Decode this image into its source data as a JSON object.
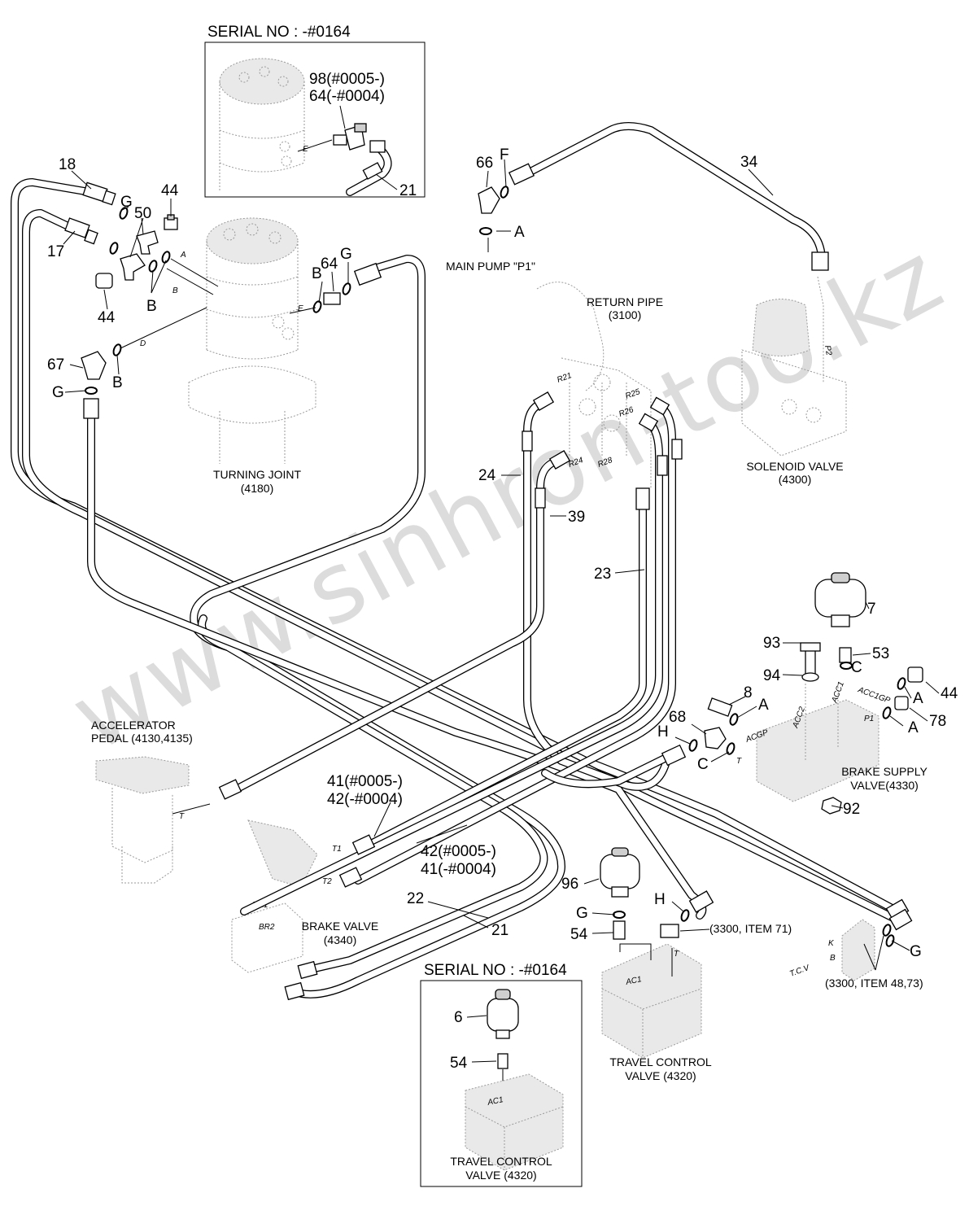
{
  "watermark": "www.sinhron-too.kz",
  "inset_top": {
    "header": "SERIAL NO : -#0164",
    "labels": [
      "98(#0005-)",
      "64(-#0004)",
      "21",
      "E"
    ]
  },
  "inset_bottom": {
    "header": "SERIAL NO : -#0164",
    "labels": [
      "6",
      "54"
    ],
    "component": [
      "TRAVEL CONTROL",
      "VALVE (4320)"
    ],
    "port": "AC1"
  },
  "components": {
    "turning_joint": [
      "TURNING JOINT",
      "(4180)"
    ],
    "return_pipe": [
      "RETURN PIPE",
      "(3100)"
    ],
    "main_pump": "MAIN PUMP \"P1\"",
    "solenoid_valve": [
      "SOLENOID VALVE",
      "(4300)"
    ],
    "accelerator_pedal": [
      "ACCELERATOR",
      "PEDAL (4130,4135)"
    ],
    "brake_valve": [
      "BRAKE VALVE",
      "(4340)"
    ],
    "brake_supply_valve": [
      "BRAKE SUPPLY",
      "VALVE(4330)"
    ],
    "travel_control_valve": [
      "TRAVEL CONTROL",
      "VALVE (4320)"
    ],
    "ref_3300_item71": "(3300, ITEM 71)",
    "ref_3300_item4873": "(3300, ITEM 48,73)"
  },
  "callouts": {
    "n18": "18",
    "n17": "17",
    "g1": "G",
    "n50": "50",
    "n44a": "44",
    "n44b": "44",
    "b1": "B",
    "b2": "B",
    "n64": "64",
    "g2": "G",
    "n67": "67",
    "g3": "G",
    "b3": "B",
    "n66": "66",
    "f": "F",
    "n34": "34",
    "a1": "A",
    "n24": "24",
    "n39": "39",
    "n23": "23",
    "n7": "7",
    "n93": "93",
    "n53": "53",
    "n94": "94",
    "c1": "C",
    "n44c": "44",
    "a2": "A",
    "n8": "8",
    "a3": "A",
    "n78": "78",
    "a4": "A",
    "n68": "68",
    "h1": "H",
    "c2": "C",
    "n92": "92",
    "n41a": "41(#0005-)",
    "n42a": "42(-#0004)",
    "n42b": "42(#0005-)",
    "n41b": "41(-#0004)",
    "n22": "22",
    "n21": "21",
    "n96": "96",
    "h2": "H",
    "g4": "G",
    "n54": "54",
    "g5": "G"
  },
  "ports": {
    "a": "A",
    "b": "B",
    "d": "D",
    "e": "E",
    "p2": "P2",
    "r21": "R21",
    "r25": "R25",
    "r26": "R26",
    "r24": "R24",
    "r28": "R28",
    "acc1": "ACC1",
    "acc1gp": "ACC1GP",
    "acc2": "ACC2",
    "acgp": "ACGP",
    "p1": "P1",
    "t": "T",
    "t1": "T1",
    "t2": "T2",
    "br1": "BR1",
    "br2": "BR2",
    "ac1": "AC1",
    "tcv": "T.C.V",
    "k": "K",
    "bb": "B"
  }
}
